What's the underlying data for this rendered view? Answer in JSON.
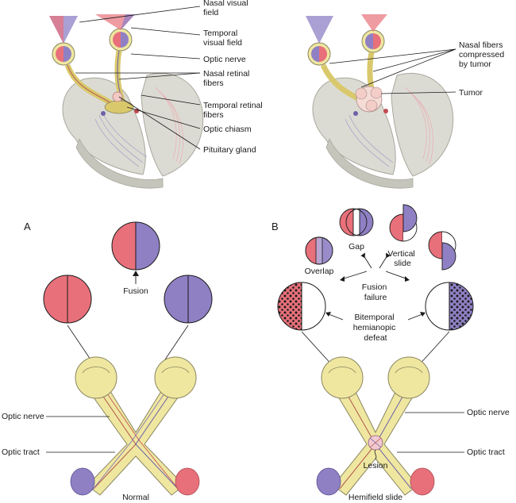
{
  "top_left_labels": {
    "nasal_visual_field": [
      "Nasal visual",
      "field"
    ],
    "temporal_visual_field": [
      "Temporal",
      "visual field"
    ],
    "optic_nerve": "Optic nerve",
    "nasal_retinal_fibers": [
      "Nasal retinal",
      "fibers"
    ],
    "temporal_retinal_fibers": [
      "Temporal retinal",
      "fibers"
    ],
    "optic_chiasm": "Optic chiasm",
    "pituitary_gland": "Pituitary gland"
  },
  "top_right_labels": {
    "nasal_fibers_compressed": [
      "Nasal fibers",
      "compressed",
      "by tumor"
    ],
    "tumor": "Tumor"
  },
  "panel_a": {
    "letter": "A",
    "fusion": "Fusion",
    "optic_nerve": "Optic nerve",
    "optic_tract": "Optic tract",
    "caption": "Normal"
  },
  "panel_b": {
    "letter": "B",
    "gap": "Gap",
    "vertical_slide": [
      "Vertical",
      "slide"
    ],
    "overlap": "Overlap",
    "fusion_failure": [
      "Fusion",
      "failure"
    ],
    "bitemporal": [
      "Bitemporal",
      "hemianopic",
      "defeat"
    ],
    "optic_nerve": "Optic nerve",
    "optic_tract": "Optic tract",
    "lesion": "Lesion",
    "caption": "Hemifield slide"
  },
  "colors": {
    "red_field": "#e8707a",
    "blue_field": "#8f80c4",
    "eye_yellow": "#efe7a0",
    "eye_outline": "#8a8660",
    "brain_gray": "#dcdbd3",
    "brain_outline": "#a9a89e"
  }
}
